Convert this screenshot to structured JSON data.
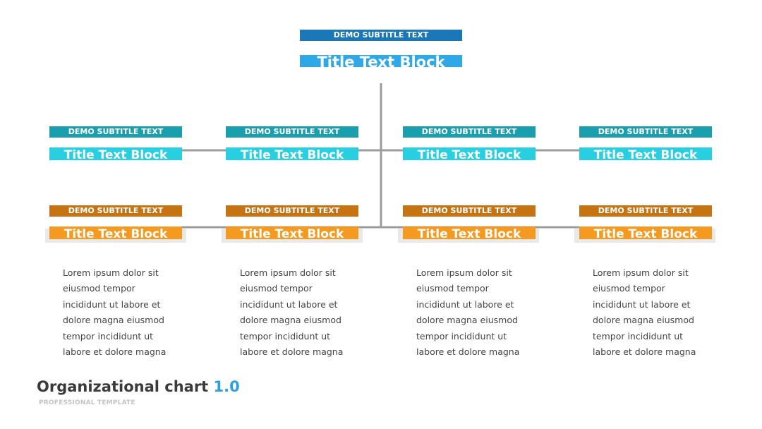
{
  "colors": {
    "top_subtitle": "#1a78b8",
    "top_title": "#2ea8e6",
    "teal_subtitle": "#1a9fae",
    "teal_title": "#27cfe0",
    "orange_subtitle": "#c87311",
    "orange_title": "#f49a21",
    "connector": "#9c9c9c",
    "accent": "#2b9fe0"
  },
  "top": {
    "subtitle": "DEMO SUBTITLE TEXT",
    "title": "Title Text Block"
  },
  "row1": [
    {
      "subtitle": "DEMO SUBTITLE TEXT",
      "title": "Title Text Block"
    },
    {
      "subtitle": "DEMO SUBTITLE TEXT",
      "title": "Title Text Block"
    },
    {
      "subtitle": "DEMO SUBTITLE TEXT",
      "title": "Title Text Block"
    },
    {
      "subtitle": "DEMO SUBTITLE TEXT",
      "title": "Title Text Block"
    }
  ],
  "row2": [
    {
      "subtitle": "DEMO SUBTITLE TEXT",
      "title": "Title Text Block"
    },
    {
      "subtitle": "DEMO SUBTITLE TEXT",
      "title": "Title Text Block"
    },
    {
      "subtitle": "DEMO SUBTITLE TEXT",
      "title": "Title Text Block"
    },
    {
      "subtitle": "DEMO SUBTITLE TEXT",
      "title": "Title Text Block"
    }
  ],
  "descriptions": [
    [
      "Lorem ipsum dolor sit",
      "eiusmod tempor",
      "incididunt ut labore et",
      "dolore magna eiusmod",
      "tempor incididunt ut",
      "labore et dolore magna"
    ],
    [
      "Lorem ipsum dolor sit",
      "eiusmod tempor",
      "incididunt ut labore et",
      "dolore magna eiusmod",
      "tempor incididunt ut",
      "labore et dolore magna"
    ],
    [
      "Lorem ipsum dolor sit",
      "eiusmod tempor",
      "incididunt ut labore et",
      "dolore magna eiusmod",
      "tempor incididunt ut",
      "labore et dolore magna"
    ],
    [
      "Lorem ipsum dolor sit",
      "eiusmod tempor",
      "incididunt ut labore et",
      "dolore magna eiusmod",
      "tempor incididunt ut",
      "labore et dolore magna"
    ]
  ],
  "footer": {
    "title": "Organizational chart",
    "version": "1.0",
    "subtitle": "PROFESSIONAL TEMPLATE"
  }
}
